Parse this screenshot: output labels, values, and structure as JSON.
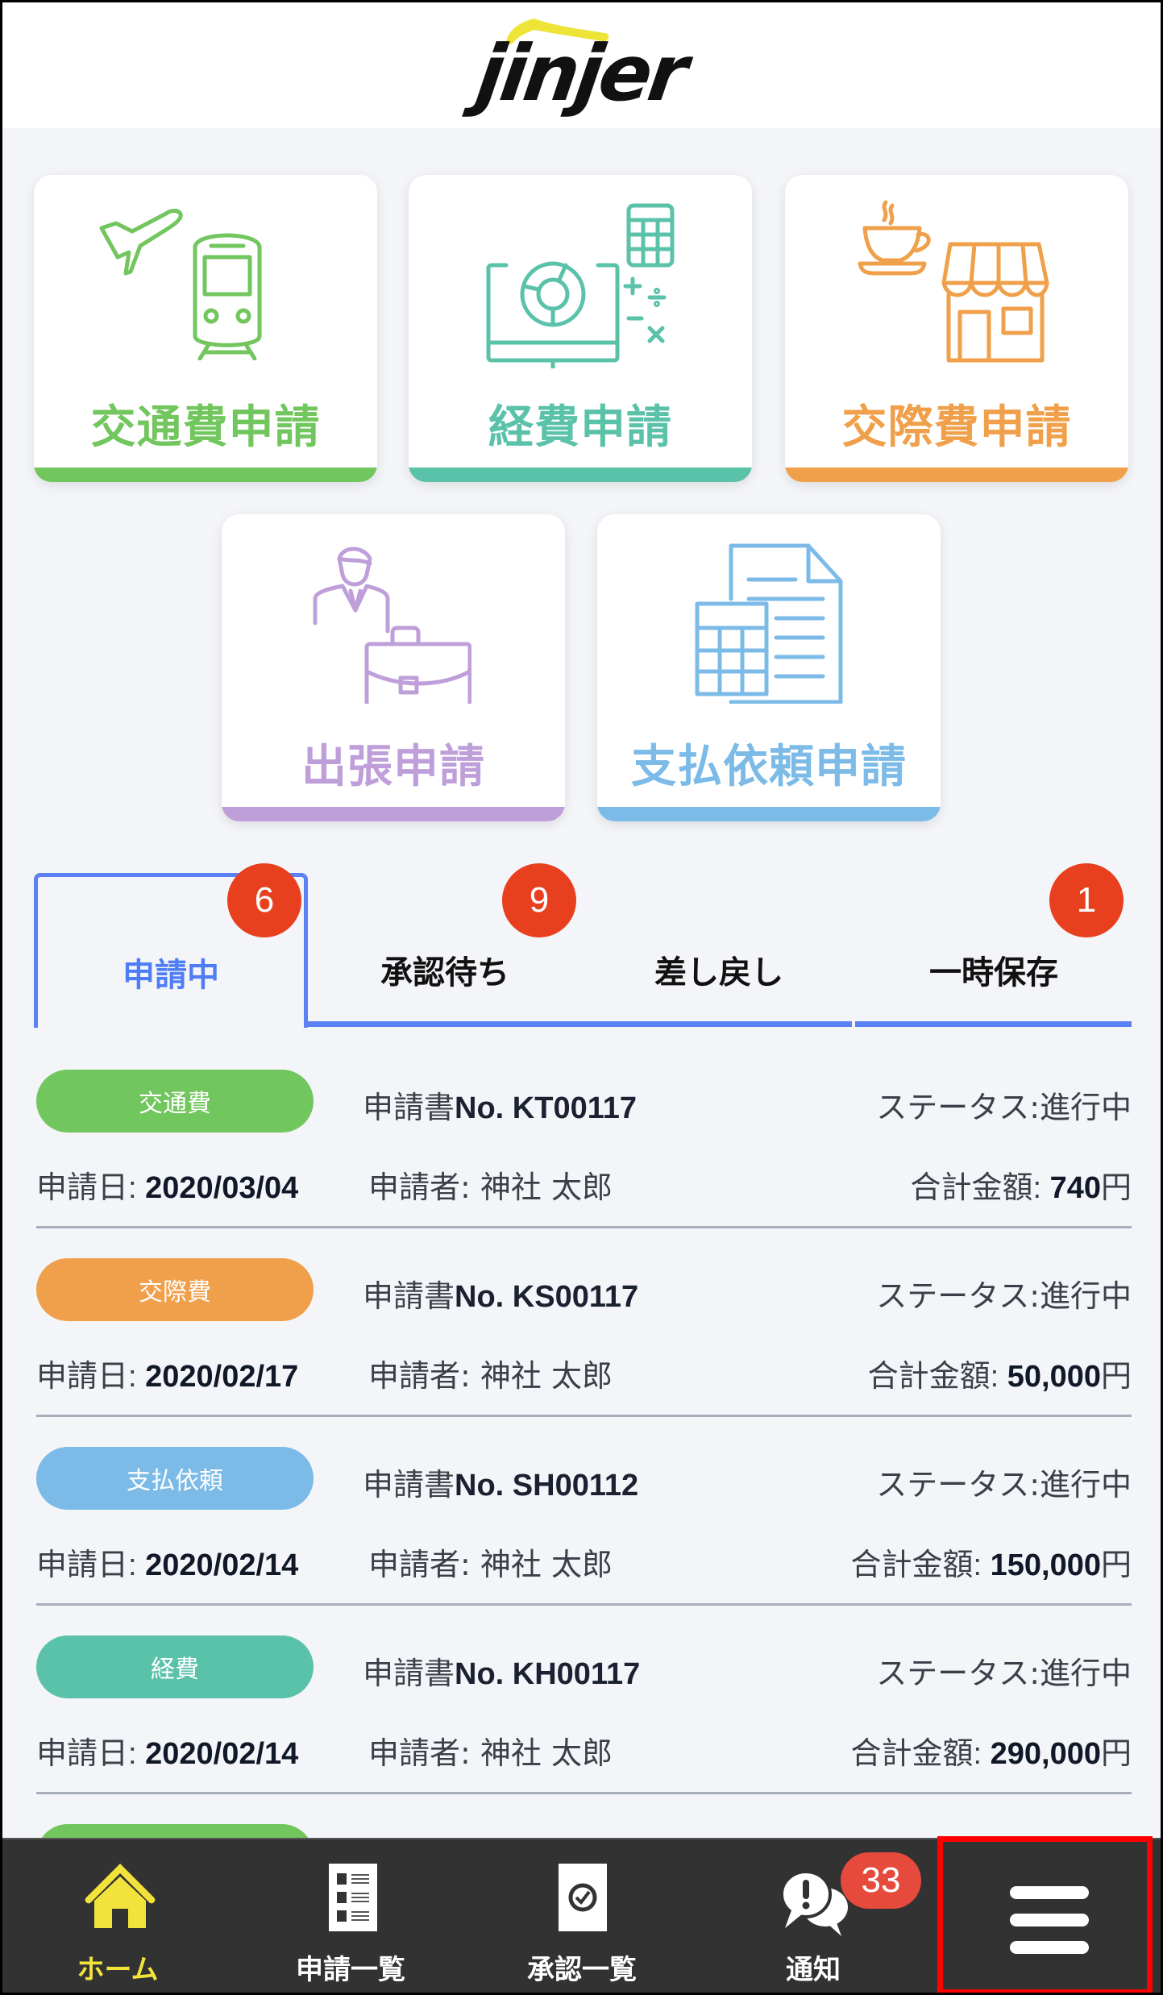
{
  "header": {
    "logo_text": "jinjer",
    "logo_accent": "#ede437"
  },
  "tiles": [
    {
      "id": "transport",
      "label": "交通費申請",
      "color": "#72c65e",
      "icon": "plane-train-icon"
    },
    {
      "id": "expense",
      "label": "経費申請",
      "color": "#5bc2aa",
      "icon": "monitor-calculator-icon"
    },
    {
      "id": "entertainment",
      "label": "交際費申請",
      "color": "#f0a04b",
      "icon": "coffee-shop-icon"
    },
    {
      "id": "business_trip",
      "label": "出張申請",
      "color": "#bf9fda",
      "icon": "businessman-briefcase-icon"
    },
    {
      "id": "payment_request",
      "label": "支払依頼申請",
      "color": "#7cbbe7",
      "icon": "document-calculator-icon"
    }
  ],
  "tabs": [
    {
      "label": "申請中",
      "badge": "6",
      "active": true
    },
    {
      "label": "承認待ち",
      "badge": "9",
      "active": false
    },
    {
      "label": "差し戻し",
      "badge": null,
      "active": false
    },
    {
      "label": "一時保存",
      "badge": "1",
      "active": false
    }
  ],
  "list": {
    "doc_prefix": "申請書",
    "status_label": "ステータス:進行中",
    "date_prefix": "申請日: ",
    "applicant_label": "申請者: 神社 太郎",
    "amount_prefix": "合計金額: ",
    "items": [
      {
        "category": "交通費",
        "color": "#72c65e",
        "doc_no": "No. KT00117",
        "date": "2020/03/04",
        "amount": "740",
        "currency": "円"
      },
      {
        "category": "交際費",
        "color": "#f0a04b",
        "doc_no": "No. KS00117",
        "date": "2020/02/17",
        "amount": "50,000",
        "currency": "円"
      },
      {
        "category": "支払依頼",
        "color": "#7cbbe7",
        "doc_no": "No. SH00112",
        "date": "2020/02/14",
        "amount": "150,000",
        "currency": "円"
      },
      {
        "category": "経費",
        "color": "#5bc2aa",
        "doc_no": "No. KH00117",
        "date": "2020/02/14",
        "amount": "290,000",
        "currency": "円"
      }
    ],
    "partial_item_color": "#72c65e"
  },
  "bottom_nav": {
    "items": [
      {
        "label": "ホーム",
        "icon": "home-icon",
        "active": true
      },
      {
        "label": "申請一覧",
        "icon": "application-list-icon",
        "active": false
      },
      {
        "label": "承認一覧",
        "icon": "approval-list-icon",
        "active": false
      },
      {
        "label": "通知",
        "icon": "notification-icon",
        "active": false,
        "badge": "33"
      },
      {
        "label": "",
        "icon": "hamburger-menu-icon",
        "active": false
      }
    ],
    "active_color": "#f2e23c"
  }
}
